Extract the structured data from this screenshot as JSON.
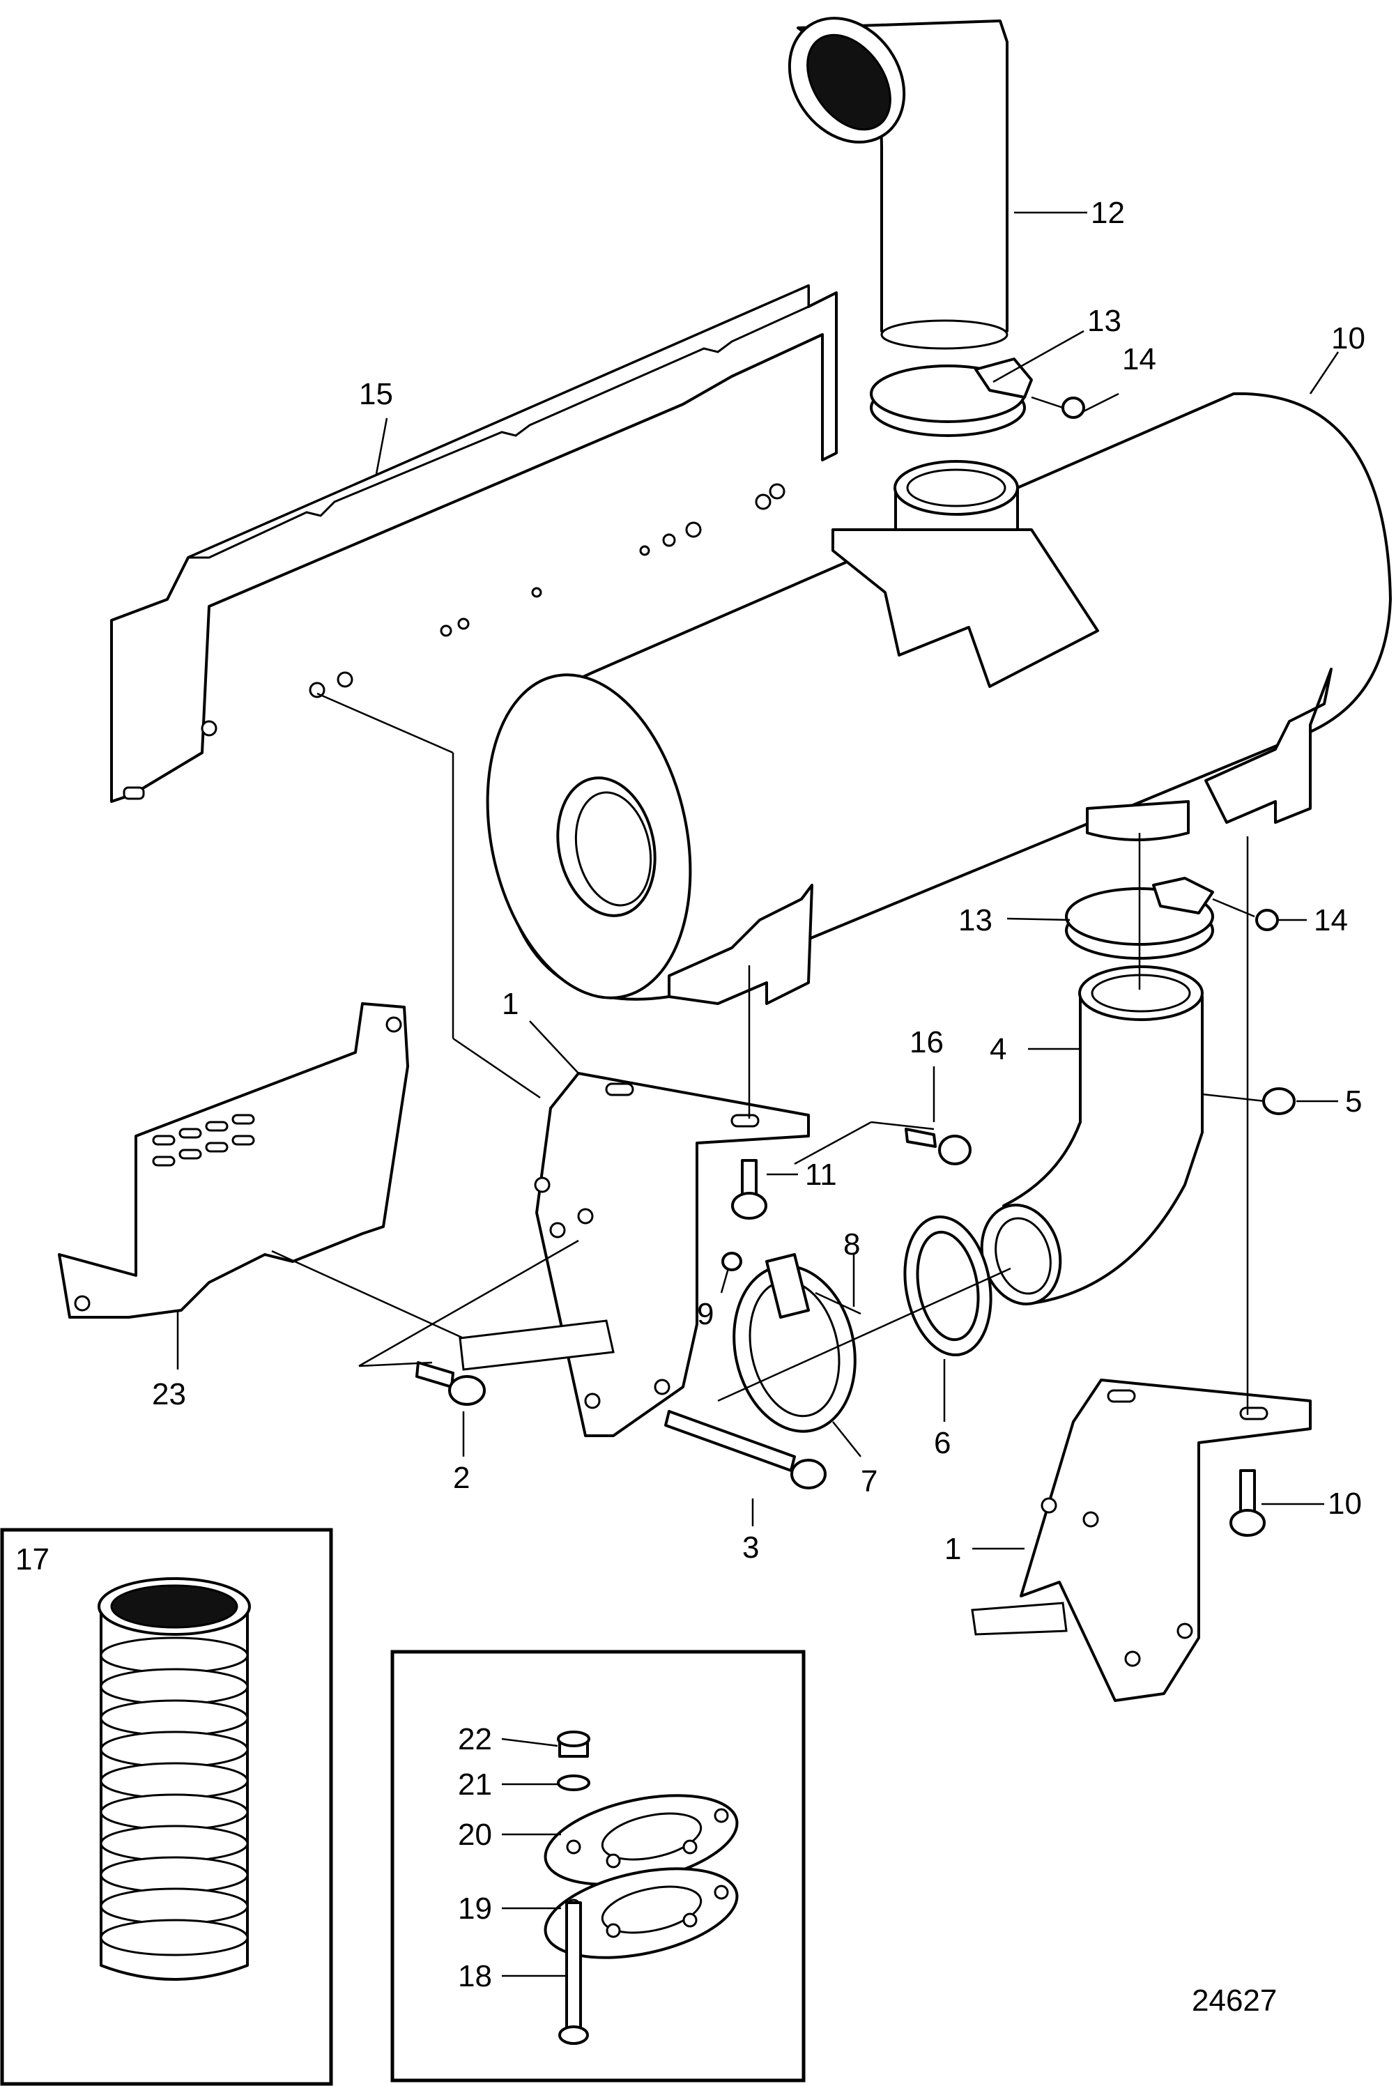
{
  "diagram": {
    "callouts": {
      "c1a": "1",
      "c1b": "1",
      "c2": "2",
      "c3": "3",
      "c4": "4",
      "c5": "5",
      "c6": "6",
      "c7": "7",
      "c8": "8",
      "c9": "9",
      "c10a": "10",
      "c10b": "10",
      "c11": "11",
      "c12": "12",
      "c13a": "13",
      "c13b": "13",
      "c14a": "14",
      "c14b": "14",
      "c15": "15",
      "c16": "16",
      "c17": "17",
      "c18": "18",
      "c19": "19",
      "c20": "20",
      "c21": "21",
      "c22": "22",
      "c23": "23"
    },
    "reference_number": "24627"
  }
}
